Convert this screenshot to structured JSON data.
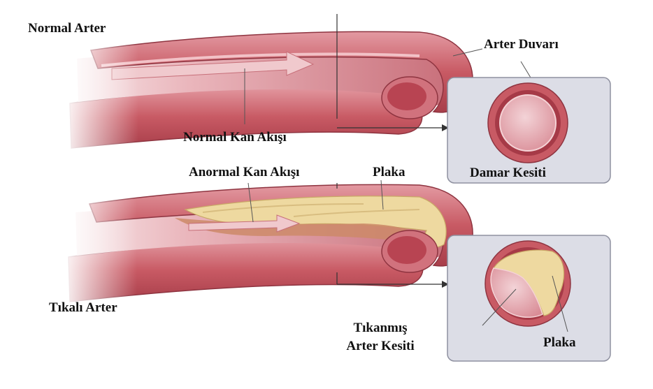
{
  "labels": {
    "normal_artery": "Normal Arter",
    "artery_wall": "Arter Duvarı",
    "normal_blood_flow": "Normal Kan Akışı",
    "vessel_cross_section": "Damar Kesiti",
    "abnormal_blood_flow": "Anormal Kan Akışı",
    "plaque_top": "Plaka",
    "blocked_artery": "Tıkalı Arter",
    "blocked_cross_section_line1": "Tıkanmış",
    "blocked_cross_section_line2": "Arter Kesiti",
    "plaque_bottom": "Plaka"
  },
  "colors": {
    "artery_outer": "#c85a64",
    "artery_inner": "#b84452",
    "lumen": "#e7b0b6",
    "plaque": "#eed9a0",
    "panel_bg": "#dcdde6",
    "panel_border": "#8f91a0"
  }
}
